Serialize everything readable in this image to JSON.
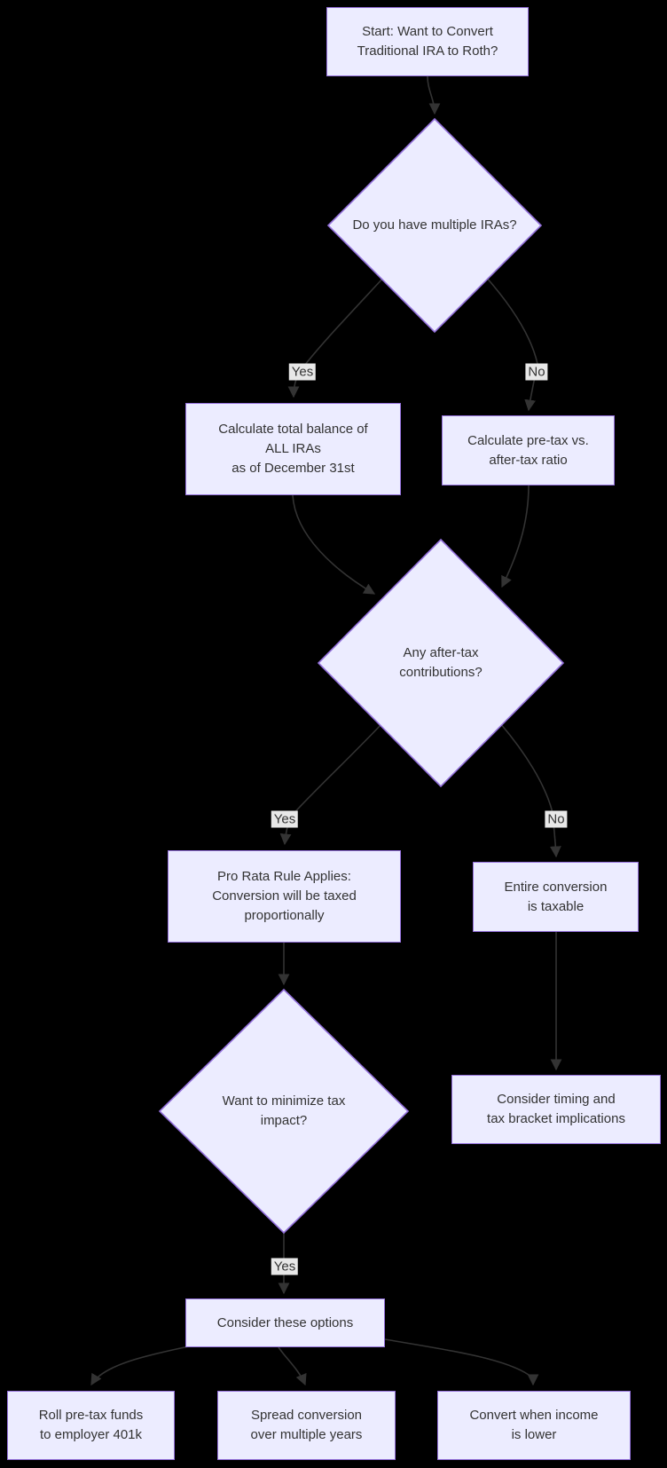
{
  "diagram": {
    "background": "#000000",
    "node_fill": "#ECECFF",
    "node_border": "#9370DB",
    "edge_color": "#333333",
    "text_color": "#333333",
    "label_bg": "#e8e8e8"
  },
  "nodes": {
    "start": {
      "shape": "rect",
      "lines": [
        "Start: Want to Convert",
        "Traditional IRA to Roth?"
      ]
    },
    "multiple_iras": {
      "shape": "diamond",
      "lines": [
        "Do you have multiple IRAs?"
      ]
    },
    "calc_total": {
      "shape": "rect",
      "lines": [
        "Calculate total balance of",
        "ALL IRAs",
        "as of December 31st"
      ]
    },
    "calc_ratio": {
      "shape": "rect",
      "lines": [
        "Calculate pre-tax vs.",
        "after-tax ratio"
      ]
    },
    "after_tax": {
      "shape": "diamond",
      "lines": [
        "Any after-tax",
        "contributions?"
      ]
    },
    "pro_rata": {
      "shape": "rect",
      "lines": [
        "Pro Rata Rule Applies:",
        "Conversion will be taxed",
        "proportionally"
      ]
    },
    "entire": {
      "shape": "rect",
      "lines": [
        "Entire conversion",
        "is taxable"
      ]
    },
    "minimize": {
      "shape": "diamond",
      "lines": [
        "Want to minimize tax",
        "impact?"
      ]
    },
    "timing": {
      "shape": "rect",
      "lines": [
        "Consider timing and",
        "tax bracket implications"
      ]
    },
    "options": {
      "shape": "rect",
      "lines": [
        "Consider these options"
      ]
    },
    "roll401k": {
      "shape": "rect",
      "lines": [
        "Roll pre-tax funds",
        "to employer 401k"
      ]
    },
    "spread": {
      "shape": "rect",
      "lines": [
        "Spread conversion",
        "over multiple years"
      ]
    },
    "convert_low": {
      "shape": "rect",
      "lines": [
        "Convert when income",
        "is lower"
      ]
    }
  },
  "edges": [
    {
      "from": "start",
      "to": "multiple_iras",
      "label": ""
    },
    {
      "from": "multiple_iras",
      "to": "calc_total",
      "label": "Yes"
    },
    {
      "from": "multiple_iras",
      "to": "calc_ratio",
      "label": "No"
    },
    {
      "from": "calc_total",
      "to": "after_tax",
      "label": ""
    },
    {
      "from": "calc_ratio",
      "to": "after_tax",
      "label": ""
    },
    {
      "from": "after_tax",
      "to": "pro_rata",
      "label": "Yes"
    },
    {
      "from": "after_tax",
      "to": "entire",
      "label": "No"
    },
    {
      "from": "pro_rata",
      "to": "minimize",
      "label": ""
    },
    {
      "from": "entire",
      "to": "timing",
      "label": ""
    },
    {
      "from": "minimize",
      "to": "options",
      "label": "Yes"
    },
    {
      "from": "options",
      "to": "roll401k",
      "label": ""
    },
    {
      "from": "options",
      "to": "spread",
      "label": ""
    },
    {
      "from": "options",
      "to": "convert_low",
      "label": ""
    }
  ]
}
